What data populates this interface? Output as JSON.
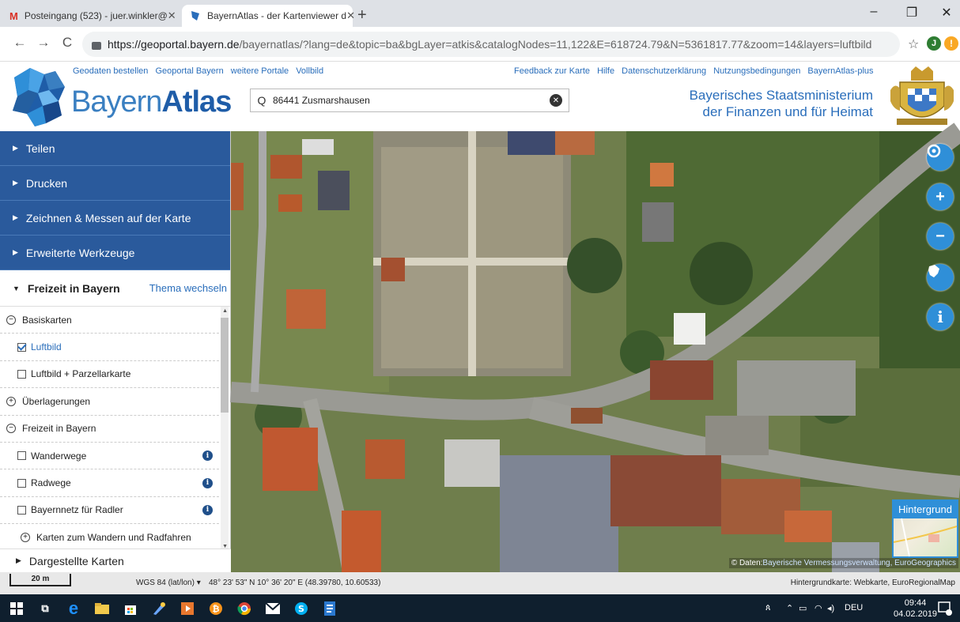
{
  "browser": {
    "tabs": [
      {
        "title": "Posteingang (523) - juer.winkler@",
        "favicon": "gmail-icon"
      },
      {
        "title": "BayernAtlas - der Kartenviewer d",
        "favicon": "bayernatlas-icon"
      }
    ],
    "new_tab": "+",
    "window_controls": {
      "minimize": "–",
      "restore": "❐",
      "close": "✕"
    },
    "back": "←",
    "forward": "→",
    "reload": "C",
    "url_host": "https://geoportal.bayern.de",
    "url_path": "/bayernatlas/?lang=de&topic=ba&bgLayer=atkis&catalogNodes=11,122&E=618724.79&N=5361817.77&zoom=14&layers=luftbild",
    "star": "☆",
    "ext_j": "J",
    "ext_warn": "!"
  },
  "site": {
    "brand_light": "Bayern",
    "brand_bold": "Atlas",
    "top_links_left": [
      "Geodaten bestellen",
      "Geoportal Bayern",
      "weitere Portale",
      "Vollbild"
    ],
    "top_links_right": [
      "Feedback zur Karte",
      "Hilfe",
      "Datenschutzerklärung",
      "Nutzungsbedingungen",
      "BayernAtlas-plus"
    ],
    "search_value": "86441 Zusmarshausen",
    "search_icon": "Q",
    "clear_icon": "✕",
    "ministry_line1": "Bayerisches Staatsministerium",
    "ministry_line2": "der Finanzen und für Heimat"
  },
  "sidebar": {
    "accordions": [
      "Teilen",
      "Drucken",
      "Zeichnen & Messen auf der Karte",
      "Erweiterte Werkzeuge"
    ],
    "theme_name": "Freizeit in Bayern",
    "theme_switch": "Thema wechseln",
    "tree": [
      {
        "type": "group",
        "label": "Basiskarten",
        "sign": "−"
      },
      {
        "type": "item",
        "label": "Luftbild",
        "checked": true,
        "selected": true
      },
      {
        "type": "item",
        "label": "Luftbild + Parzellarkarte",
        "checked": false
      },
      {
        "type": "group",
        "label": "Überlagerungen",
        "sign": "+"
      },
      {
        "type": "group",
        "label": "Freizeit in Bayern",
        "sign": "−"
      },
      {
        "type": "item",
        "label": "Wanderwege",
        "checked": false,
        "info": true
      },
      {
        "type": "item",
        "label": "Radwege",
        "checked": false,
        "info": true
      },
      {
        "type": "item",
        "label": "Bayernnetz für Radler",
        "checked": false,
        "info": true
      },
      {
        "type": "sub",
        "label": "Karten zum Wandern und Radfahren",
        "sign": "+"
      }
    ],
    "bottom_accordion": "Dargestellte Karten"
  },
  "map": {
    "background_label": "Hintergrund",
    "attribution_prefix": "© Daten:",
    "attribution_link": "Bayerische Vermessungsverwaltung, EuroGeographics",
    "thumb_label": "Hintergrund"
  },
  "statusbar": {
    "scale": "20 m",
    "projection": "WGS 84 (lat/lon)",
    "coordinates": "48° 23' 53\" N 10° 36' 20\" E (48.39780, 10.60533)",
    "background_credit": "Hintergrundkarte: Webkarte, EuroRegionalMap"
  },
  "taskbar": {
    "lang": "DEU",
    "time": "09:44",
    "date": "04.02.2019",
    "notification_count": "1"
  }
}
